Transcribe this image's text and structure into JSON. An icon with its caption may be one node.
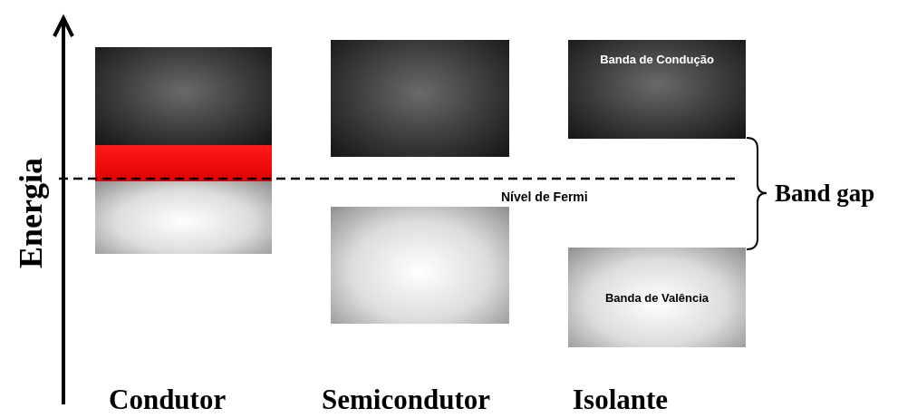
{
  "diagram": {
    "nodes": [
      {
        "text": [],
        "shape": "box"
      },
      {
        "text": [],
        "shape": "box"
      },
      {
        "text": [],
        "shape": "box"
      },
      {
        "text": [],
        "shape": "box"
      },
      {
        "text": [],
        "shape": "box"
      },
      {
        "text": [
          "Banda de Condução"
        ]
      },
      {
        "text": [
          "Banda de Valência"
        ]
      }
    ],
    "labels": [
      "Energia",
      "Nível de Fermi",
      "Band gap",
      "Condutor",
      "Semicondutor",
      "Isolante"
    ]
  }
}
